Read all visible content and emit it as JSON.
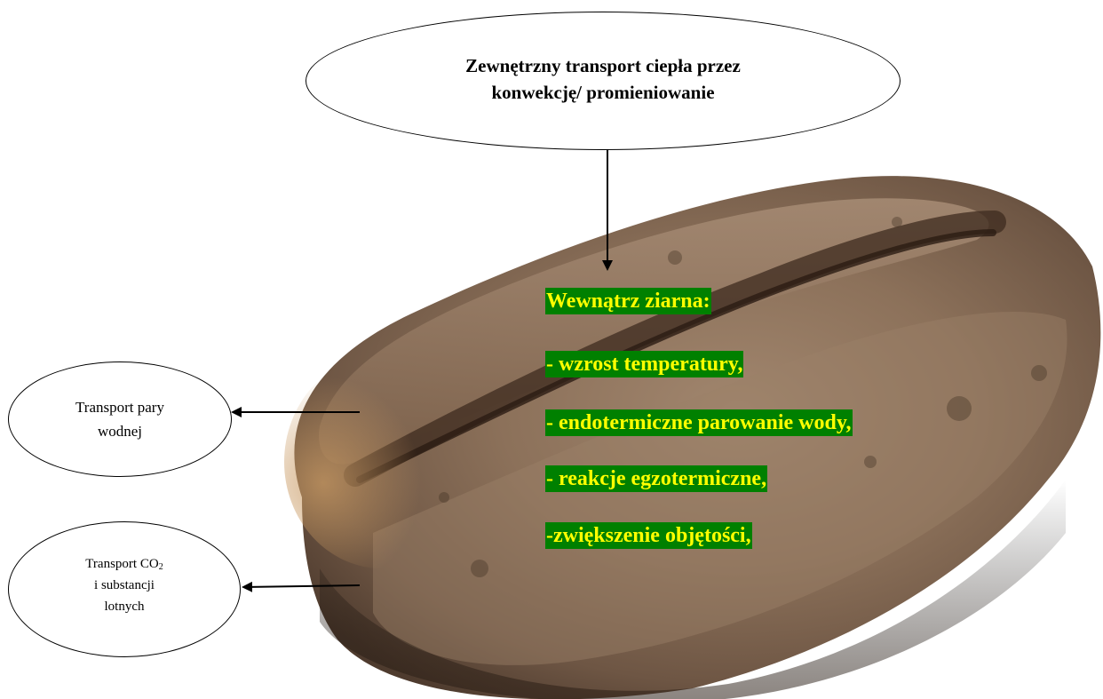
{
  "external_heat": {
    "line1": "Zewnętrzny transport  ciepła  przez",
    "line2": "konwekcję/ promieniowanie"
  },
  "vapor_transport": {
    "line1": "Transport pary",
    "line2": "wodnej"
  },
  "co2_transport": {
    "line1_prefix": "Transport CO",
    "line1_sub": "2",
    "line2": "i substancji",
    "line3": "lotnych"
  },
  "inside_bean": {
    "heading": "Wewnątrz ziarna:",
    "items": [
      "- wzrost temperatury,",
      "- endotermiczne parowanie wody,",
      "- reakcje egzotermiczne,",
      "-zwiększenie objętości,"
    ]
  },
  "colors": {
    "highlight_bg": "#008000",
    "highlight_text": "#ffff00",
    "bean_brown": "#8a6f58"
  },
  "image": {
    "subject": "coffee-bean-photo"
  }
}
